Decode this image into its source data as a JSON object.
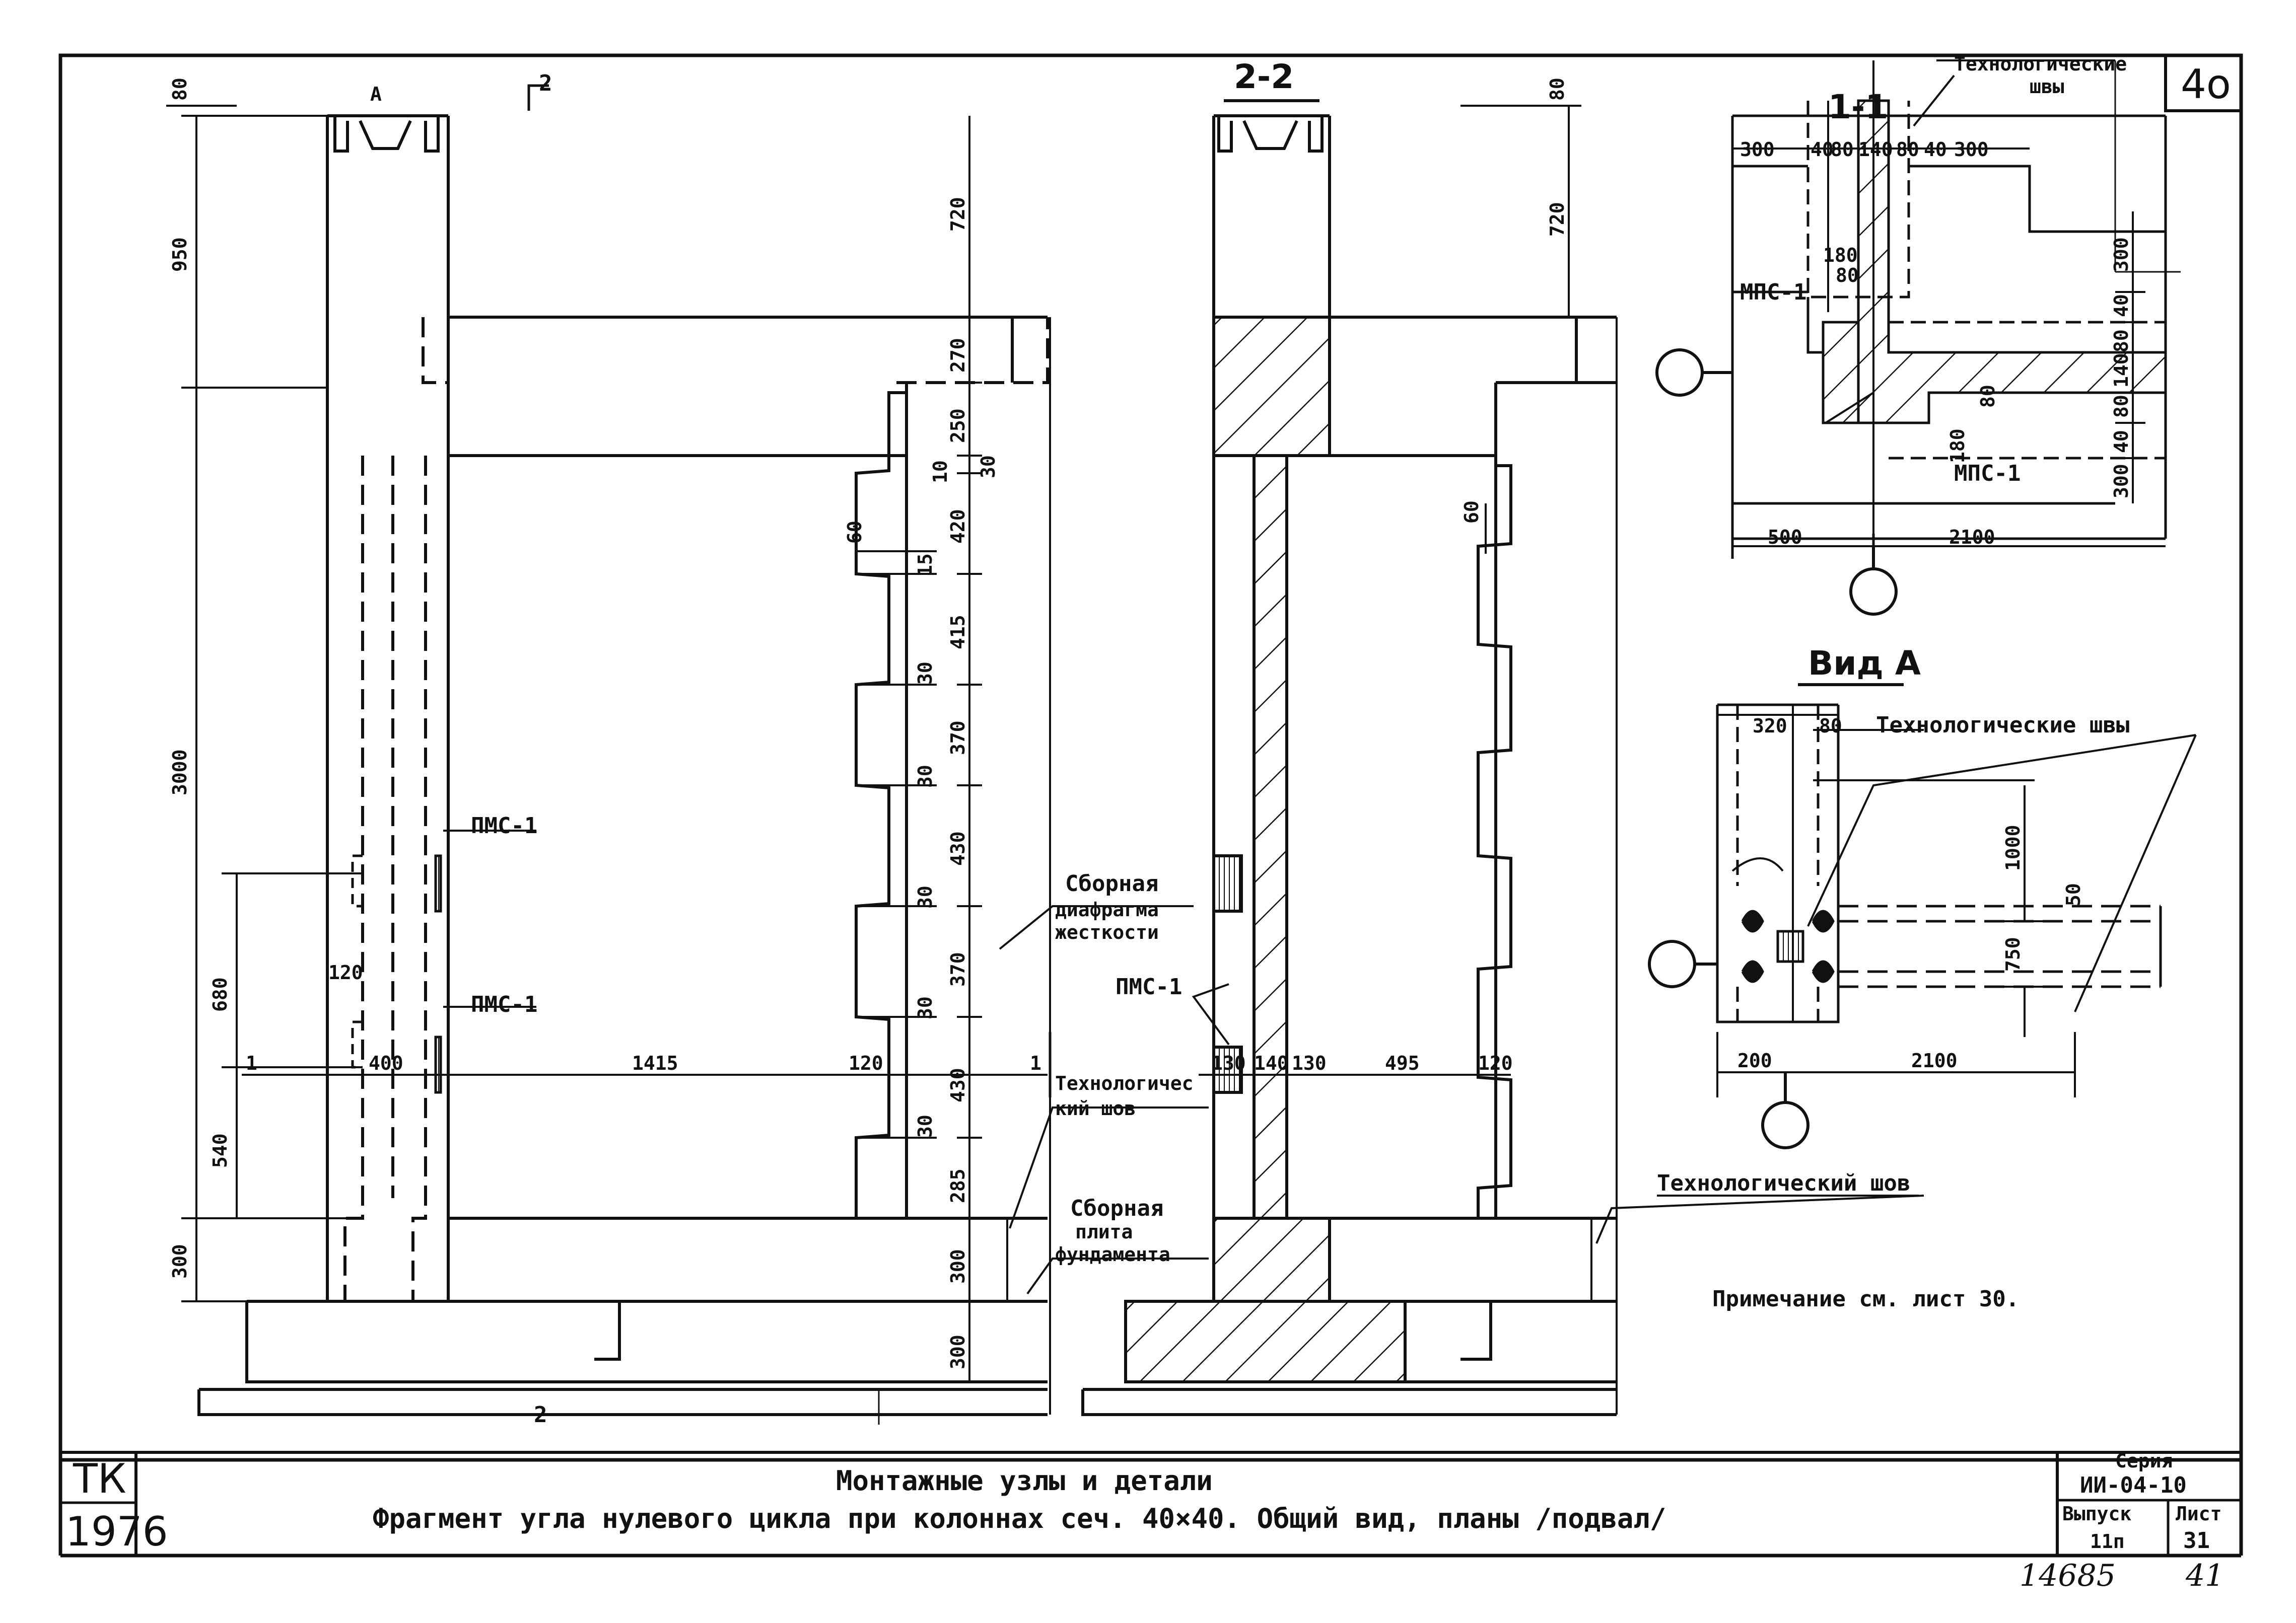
{
  "sheet": {
    "sheet_mark": "4о",
    "section_2_mark": "2",
    "section_1_mark": "1",
    "section_2_2_title": "2-2",
    "section_1_1_title": "1-1",
    "view_a_title": "Вид А",
    "note": "Примечание см. лист 30."
  },
  "labels": {
    "pms_top": "ПМС-1",
    "pms_bottom": "ПМС-1",
    "pms_mid": "ПМС-1",
    "mps_upper": "МПС-1",
    "mps_lower": "МПС-1",
    "diaphragm_l1": "Сборная",
    "diaphragm_l2": "диафрагма",
    "diaphragm_l3": "жесткости",
    "seam_l1": "Технологичес",
    "seam_l2": "кий шов",
    "slab_l1": "Сборная",
    "slab_l2": "плита",
    "slab_l3": "фундамента",
    "tech_seams_11_l1": "Технологические",
    "tech_seams_11_l2": "швы",
    "tech_seams_a": "Технологические швы",
    "tech_seam_right": "Технологический шов"
  },
  "dims_left": {
    "d80": "80",
    "d950": "950",
    "d3000": "3000",
    "d300": "300",
    "d680": "680",
    "d540": "540",
    "d120": "120",
    "d400": "400",
    "d1415": "1415",
    "d120b": "120",
    "d60": "60",
    "d720": "720",
    "d270": "270",
    "d250": "250",
    "d10": "10",
    "d30a": "30",
    "d420": "420",
    "d15": "15",
    "d415": "415",
    "d30b": "30",
    "d370a": "370",
    "d30c": "30",
    "d430a": "430",
    "d30d": "30",
    "d370b": "370",
    "d30e": "30",
    "d430b": "430",
    "d30f": "30",
    "d285": "285",
    "d300b": "300",
    "d300c": "300"
  },
  "dims_22": {
    "d80": "80",
    "d720": "720",
    "d60": "60",
    "d130a": "130",
    "d140": "140",
    "d130b": "130",
    "d495": "495",
    "d120": "120"
  },
  "dims_11": {
    "d300a": "300",
    "d40a": "40",
    "d80a": "80",
    "d140a": "140",
    "d80b": "80",
    "d40b": "40",
    "d300b": "300",
    "d180a": "180",
    "d80c": "80",
    "d300c": "300",
    "d40c": "40",
    "d80d": "80",
    "d140b": "140",
    "d80e": "80",
    "d40d": "40",
    "d300d": "300",
    "d80f": "80",
    "d180b": "180",
    "d500": "500",
    "d2100": "2100"
  },
  "dims_a": {
    "d320": "320",
    "d80": "80",
    "d1000": "1000",
    "d50": "50",
    "d750": "750",
    "d200": "200",
    "d2100": "2100"
  },
  "title_block": {
    "org": "ТК",
    "year": "1976",
    "title_line1": "Монтажные узлы и детали",
    "title_line2": "Фрагмент угла нулевого цикла при колоннах сеч. 40×40. Общий вид, планы /подвал/",
    "series_label": "Серия",
    "series_value": "ИИ-04-10",
    "issue_label": "Выпуск",
    "issue_value": "11п",
    "sheet_label": "Лист",
    "sheet_value": "31",
    "archive_no": "14685",
    "archive_mark": "41"
  }
}
